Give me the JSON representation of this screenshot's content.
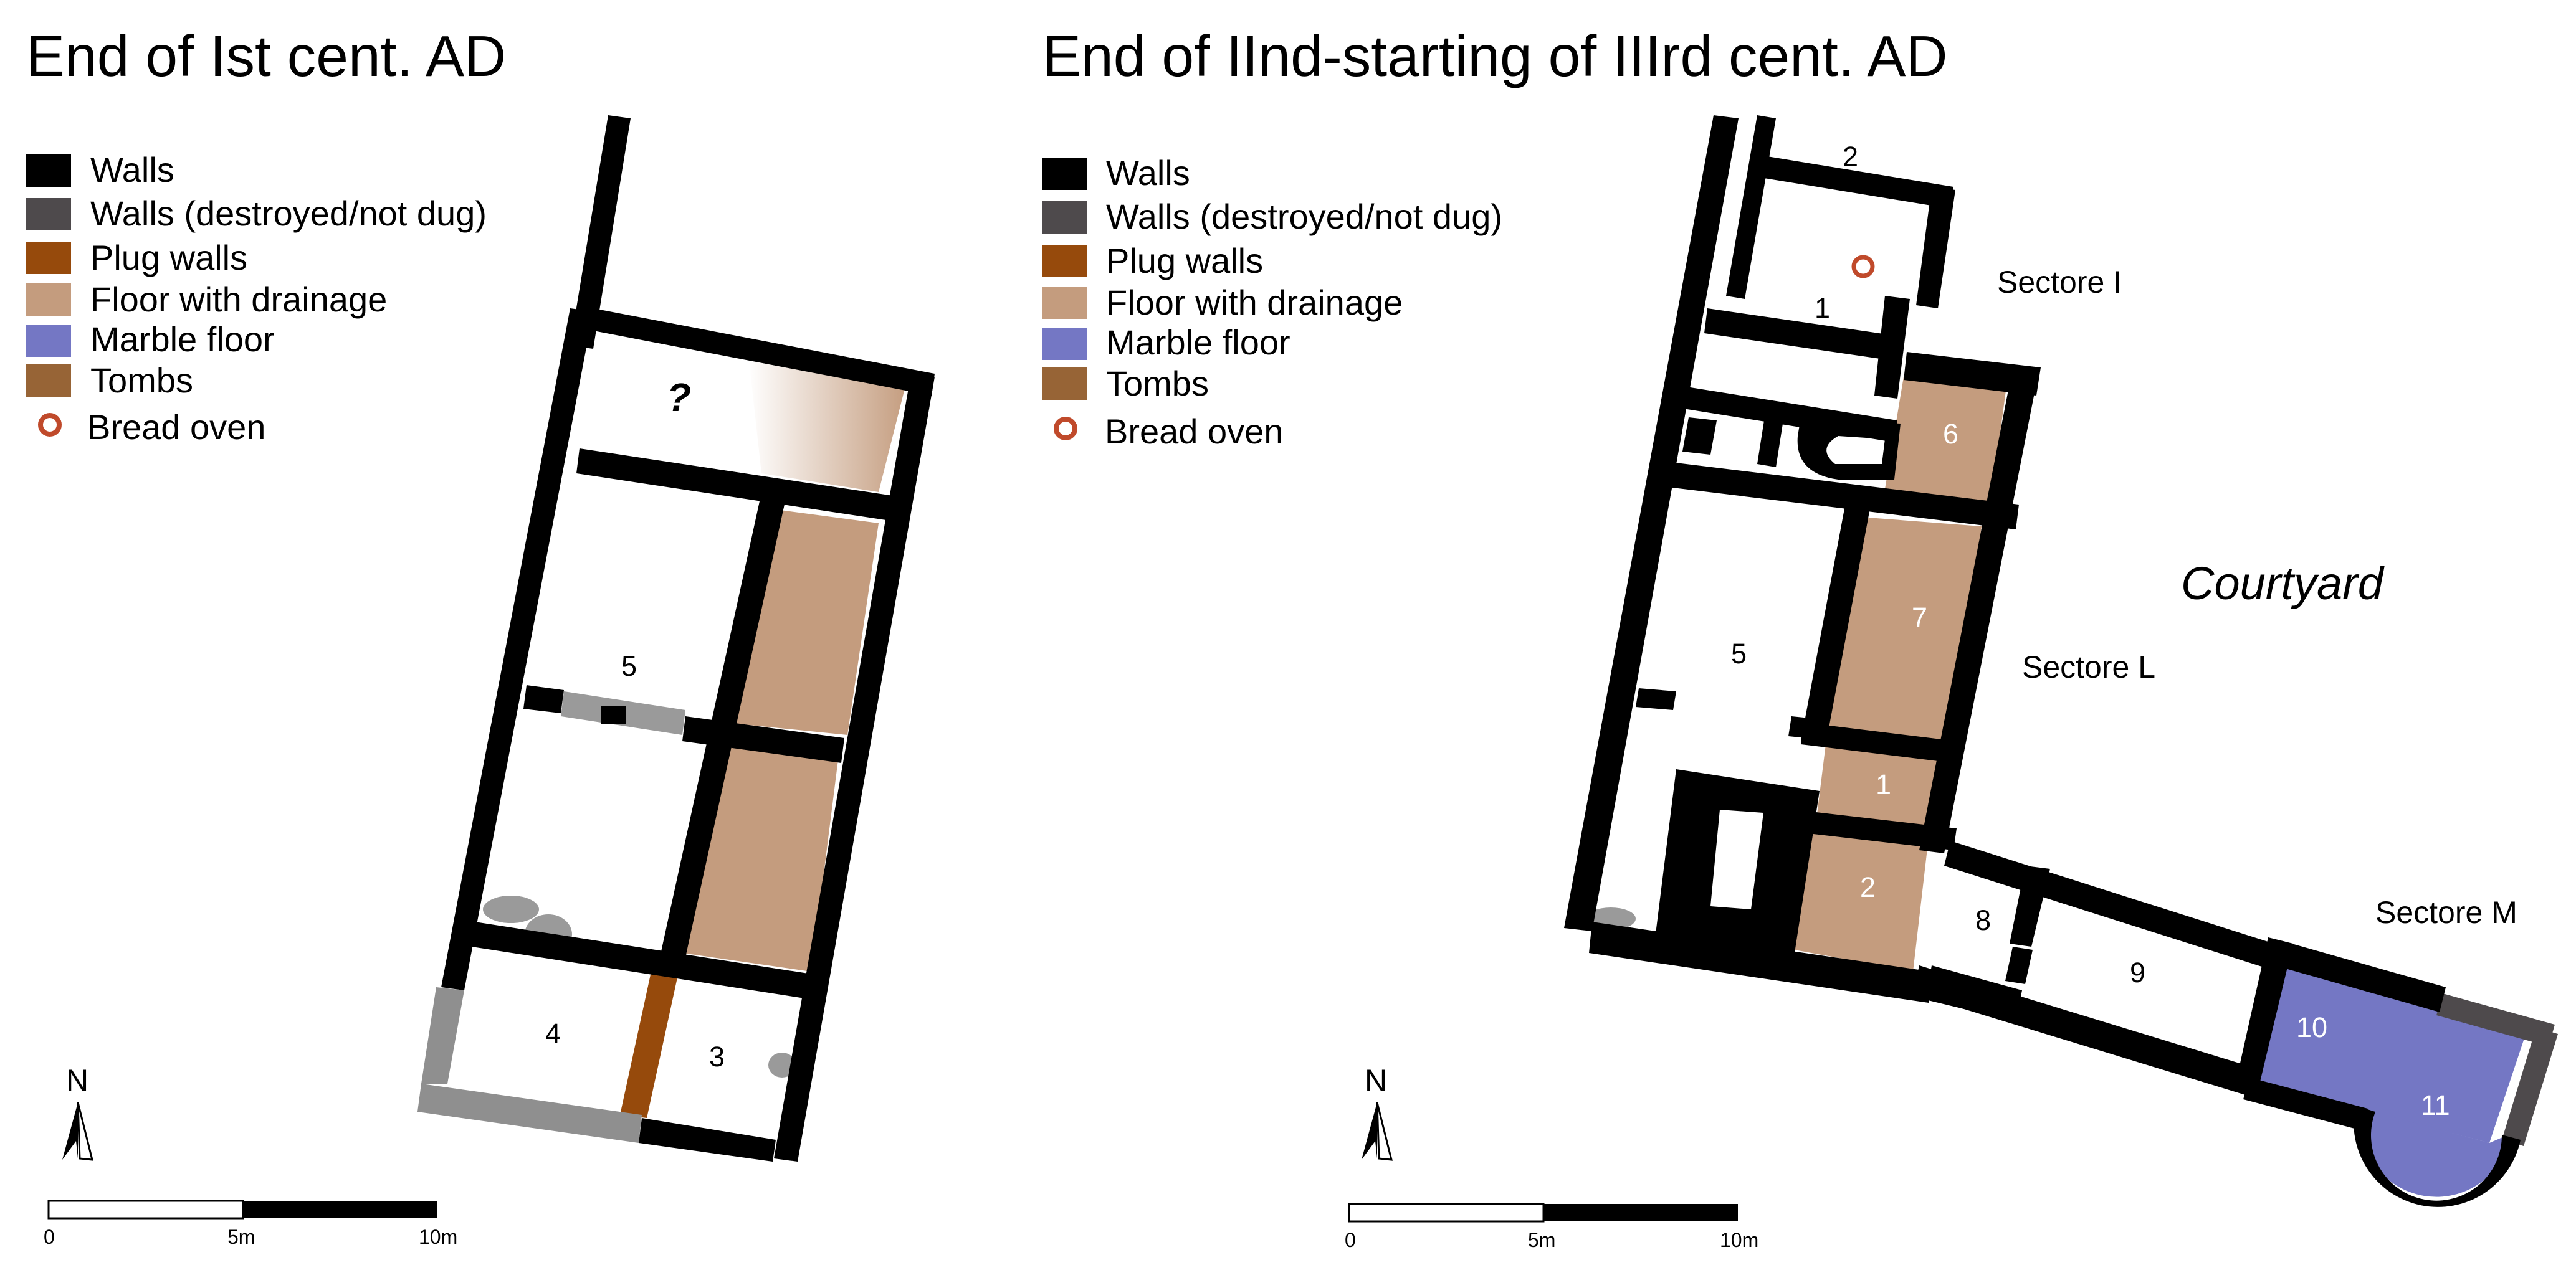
{
  "colors": {
    "walls": "#000000",
    "walls_destroyed": "#4e4a4c",
    "plug_walls": "#964a0c",
    "floor_drainage": "#c49c7e",
    "marble_floor": "#7477c4",
    "tombs": "#976436",
    "bread_oven": "#c04a2b",
    "grey_wall": "#8f8f8f"
  },
  "left_plan": {
    "title": "End of Ist cent. AD",
    "legend": [
      {
        "label": "Walls",
        "swatch": "walls"
      },
      {
        "label": "Walls (destroyed/not dug)",
        "swatch": "walls_destroyed"
      },
      {
        "label": "Plug walls",
        "swatch": "plug_walls"
      },
      {
        "label": "Floor with drainage",
        "swatch": "floor_drainage"
      },
      {
        "label": "Marble floor",
        "swatch": "marble_floor"
      },
      {
        "label": "Tombs",
        "swatch": "tombs"
      },
      {
        "label": "Bread oven",
        "swatch": "bread_oven_ring"
      }
    ],
    "room_labels": {
      "unknown": "?",
      "r5": "5",
      "r4": "4",
      "r3": "3"
    },
    "north": "N",
    "scale": {
      "s0": "0",
      "s5": "5m",
      "s10": "10m"
    }
  },
  "right_plan": {
    "title": "End of IInd-starting of IIIrd cent. AD",
    "legend": [
      {
        "label": "Walls",
        "swatch": "walls"
      },
      {
        "label": "Walls (destroyed/not dug)",
        "swatch": "walls_destroyed"
      },
      {
        "label": "Plug walls",
        "swatch": "plug_walls"
      },
      {
        "label": "Floor with drainage",
        "swatch": "floor_drainage"
      },
      {
        "label": "Marble floor",
        "swatch": "marble_floor"
      },
      {
        "label": "Tombs",
        "swatch": "tombs"
      },
      {
        "label": "Bread oven",
        "swatch": "bread_oven_ring"
      }
    ],
    "room_labels": {
      "r2_top": "2",
      "r1_top": "1",
      "r6": "6",
      "r7": "7",
      "r5": "5",
      "r1_mid": "1",
      "r2_mid": "2",
      "r8": "8",
      "r9": "9",
      "r10": "10",
      "r11": "11"
    },
    "sectors": {
      "i": "Sectore I",
      "l": "Sectore L",
      "m": "Sectore M"
    },
    "courtyard": "Courtyard",
    "north": "N",
    "scale": {
      "s0": "0",
      "s5": "5m",
      "s10": "10m"
    }
  }
}
